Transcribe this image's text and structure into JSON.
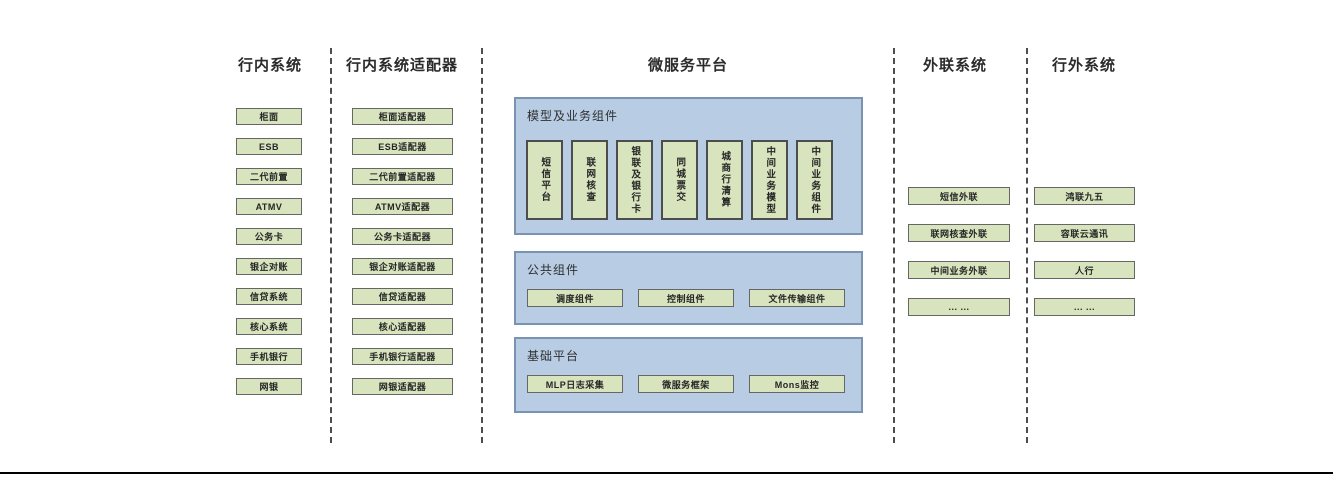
{
  "diagram": {
    "columns": {
      "internal": {
        "title": "行内系统",
        "items": [
          "柜面",
          "ESB",
          "二代前置",
          "ATMV",
          "公务卡",
          "银企对账",
          "信贷系统",
          "核心系统",
          "手机银行",
          "网银"
        ]
      },
      "adapters": {
        "title": "行内系统适配器",
        "items": [
          "柜面适配器",
          "ESB适配器",
          "二代前置适配器",
          "ATMV适配器",
          "公务卡适配器",
          "银企对账适配器",
          "信贷适配器",
          "核心适配器",
          "手机银行适配器",
          "网银适配器"
        ]
      },
      "platform": {
        "title": "微服务平台",
        "panels": [
          {
            "title": "模型及业务组件",
            "items": [
              "短信平台",
              "联网核查",
              "银联及银行卡",
              "同城票交",
              "城商行清算",
              "中间业务模型",
              "中间业务组件"
            ]
          },
          {
            "title": "公共组件",
            "items": [
              "调度组件",
              "控制组件",
              "文件传输组件"
            ]
          },
          {
            "title": "基础平台",
            "items": [
              "MLP日志采集",
              "微服务框架",
              "Mons监控"
            ]
          }
        ]
      },
      "outbound": {
        "title": "外联系统",
        "items": [
          "短信外联",
          "联网核查外联",
          "中间业务外联",
          "... ..."
        ]
      },
      "external": {
        "title": "行外系统",
        "items": [
          "鸿联九五",
          "容联云通讯",
          "人行",
          "... ..."
        ]
      }
    },
    "colors": {
      "box_fill": "#d7e4bd",
      "box_border": "#666666",
      "panel_fill": "#b8cce4",
      "panel_border": "#7a93b3",
      "divider": "#4d4d4d",
      "baseline": "#000000"
    }
  }
}
